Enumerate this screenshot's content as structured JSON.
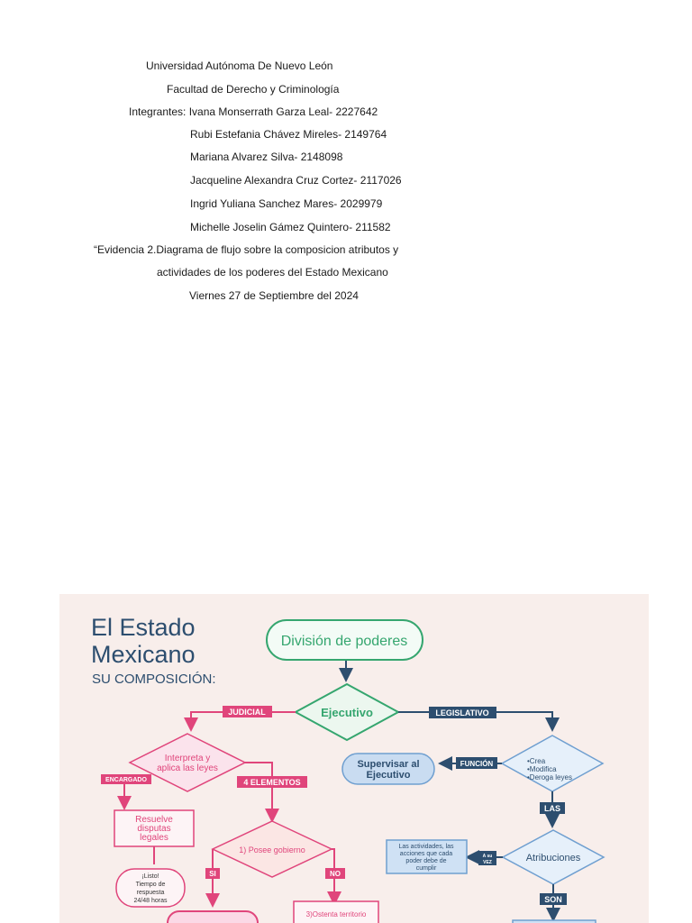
{
  "document": {
    "lines": [
      "Universidad Autónoma De Nuevo León",
      "Facultad de Derecho y Criminología",
      "Integrantes: Ivana Monserrath Garza Leal- 2227642",
      "Rubi Estefania Chávez Mireles- 2149764",
      "Mariana Alvarez Silva- 2148098",
      "Jacqueline Alexandra Cruz Cortez- 2117026",
      "Ingrid Yuliana Sanchez Mares- 2029979",
      "Michelle Joselin Gámez Quintero- 211582",
      "“Evidencia 2.Diagrama de flujo sobre la composicion atributos y",
      "actividades de los poderes del Estado Mexicano",
      "Viernes 27 de Septiembre del 2024"
    ]
  },
  "diagram": {
    "title_line1": "El Estado",
    "title_line2": "Mexicano",
    "subtitle": "SU COMPOSICIÓN:",
    "division": "División de poderes",
    "ejecutivo": "Ejecutivo",
    "judicial_tag": "JUDICIAL",
    "legislativo_tag": "LEGISLATIVO",
    "interpreta_1": "Interpreta y",
    "interpreta_2": "aplica las leyes",
    "encargado_tag": "ENCARGADO",
    "cuatro_tag": "4 ELEMENTOS",
    "resuelve_1": "Resuelve",
    "resuelve_2": "disputas",
    "resuelve_3": "legales",
    "listo_1": "¡Listo!",
    "listo_2": "Tiempo de",
    "listo_3": "respuesta",
    "listo_4": "24/48 horas",
    "posee": "1) Posee gobierno",
    "si_tag": "SI",
    "no_tag": "NO",
    "ostenta": "3)Ostenta territorio",
    "supervisar_1": "Supervisar al",
    "supervisar_2": "Ejecutivo",
    "funcion_tag": "FUNCIÓN",
    "crea": "•Crea",
    "modifica": "•Modifica",
    "deroga": "•Deroga leyes",
    "las_tag": "LAS",
    "atribuciones": "Atribuciones",
    "acciones_1": "Las actividades, las",
    "acciones_2": "acciones que cada",
    "acciones_3": "poder debe de",
    "acciones_4": "cumplir",
    "asu_1": "A su",
    "asu_2": "VEZ",
    "son_tag": "SON",
    "colors": {
      "background": "#f8eeeb",
      "pink": "#e0457b",
      "green": "#35a66f",
      "navy": "#2d4e6f",
      "blue_fill": "#d6e6f5",
      "blue_stroke": "#6f9fd0"
    }
  }
}
